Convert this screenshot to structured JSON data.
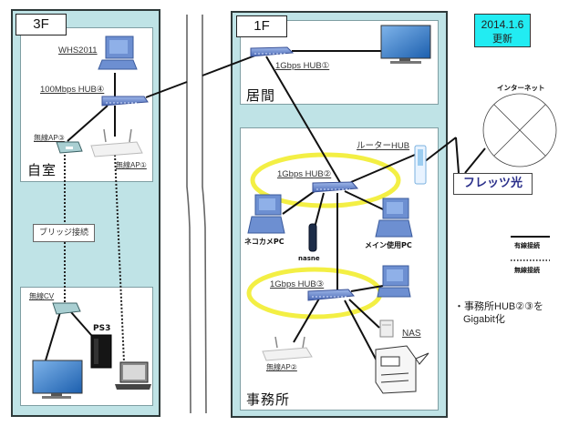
{
  "title_box": {
    "date": "2014.1.6",
    "label": "更新"
  },
  "floors": {
    "f3": {
      "tag": "3F",
      "rooms": {
        "jishitsu": {
          "name": "自室"
        }
      },
      "devices": {
        "server": {
          "label": "WHS2011"
        },
        "hub4": {
          "label": "100Mbps HUB④"
        },
        "ap3": {
          "label": "無線AP③"
        },
        "ap1": {
          "label": "無線AP①"
        },
        "cv": {
          "label": "無線CV"
        },
        "ps3": {
          "label": "PS3"
        }
      },
      "bridge_label": "ブリッジ接続"
    },
    "f1": {
      "tag": "1F",
      "rooms": {
        "ima": {
          "name": "居間"
        },
        "office": {
          "name": "事務所"
        }
      },
      "devices": {
        "hub1": {
          "label": "1Gbps HUB①"
        },
        "router_hub": {
          "label": "ルーターHUB"
        },
        "hub2": {
          "label": "1Gbps HUB②"
        },
        "nekokame_pc": {
          "label": "ネコカメPC"
        },
        "nasne": {
          "label": "nasne"
        },
        "main_pc": {
          "label": "メイン使用PC"
        },
        "hub3": {
          "label": "1Gbps HUB③"
        },
        "nas": {
          "label": "NAS"
        },
        "ap2": {
          "label": "無線AP②"
        }
      }
    }
  },
  "internet": {
    "label": "インターネット"
  },
  "flets": {
    "label": "フレッツ光"
  },
  "legend": {
    "wired": "有線接続",
    "wireless": "無線接続"
  },
  "note": {
    "bullet": "・",
    "line1": "事務所HUB②③を",
    "line2": "Gigabit化"
  },
  "colors": {
    "floor_bg": "#bfe3e6",
    "date_bg": "#22ecf2",
    "highlight": "#f4f03a",
    "flets_text": "#2a2f8a",
    "device_blue": "#5b7fc8"
  }
}
